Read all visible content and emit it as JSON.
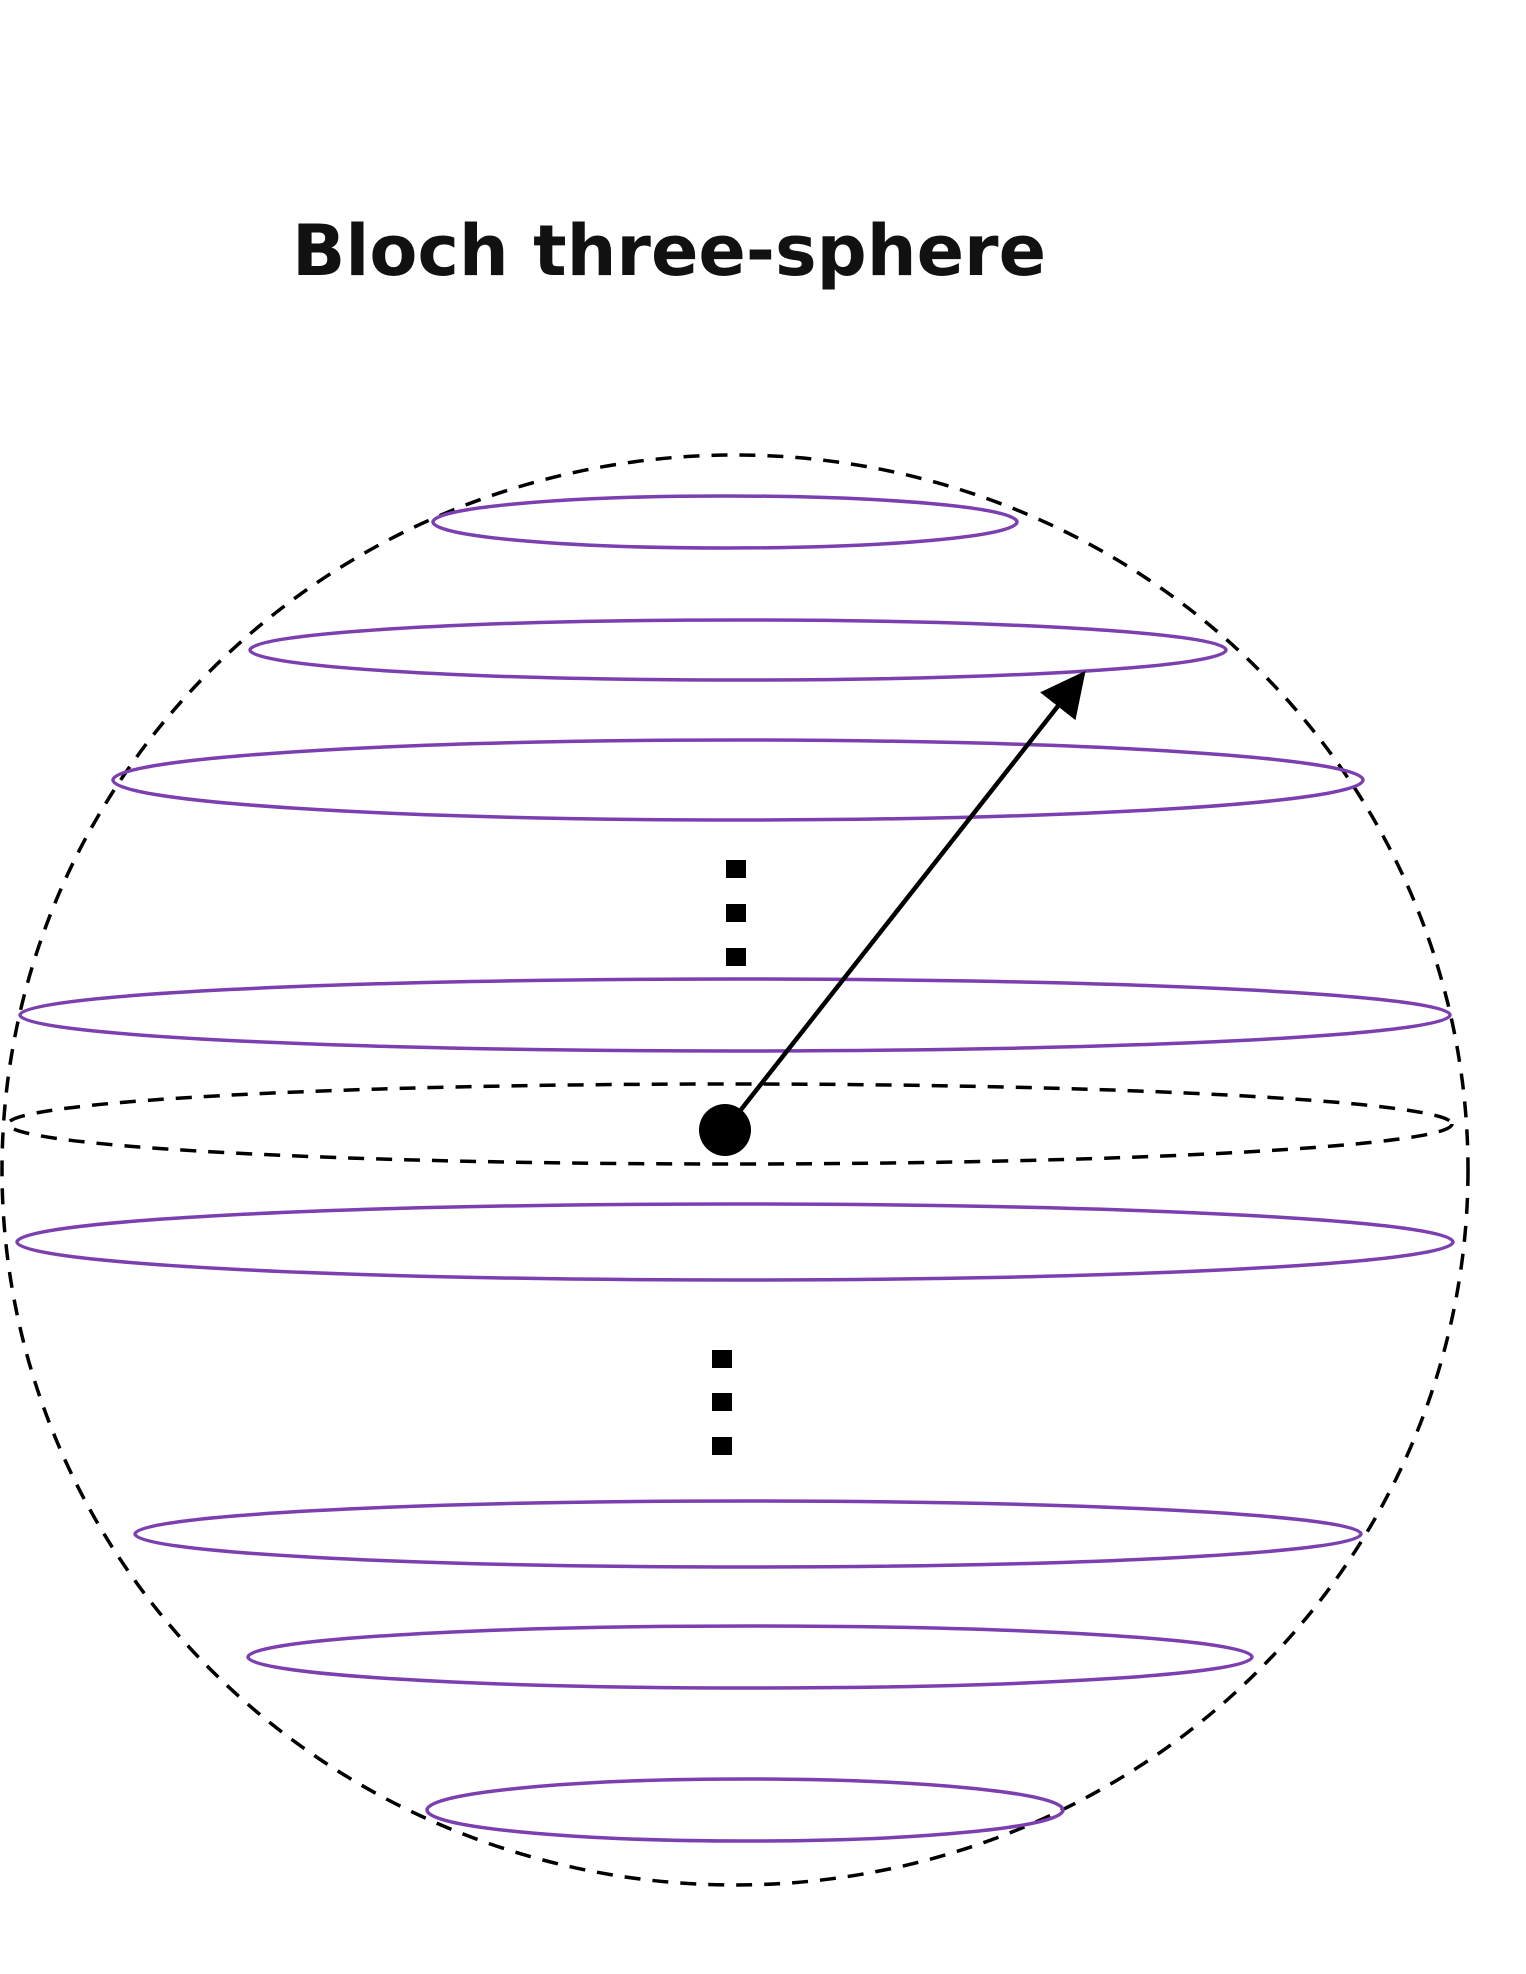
{
  "title": "Bloch three-sphere",
  "colors": {
    "circle_outline": "#7b3fb0",
    "sphere_outline": "#000000",
    "vector": "#000000",
    "background": "#ffffff"
  },
  "diagram": {
    "sphere": {
      "style": "dashed"
    },
    "equator": {
      "style": "dashed"
    },
    "circle_count_upper": 4,
    "circle_count_lower": 4,
    "ellipsis_groups": 2,
    "vector": {
      "from": "center",
      "arrowhead": true
    }
  }
}
